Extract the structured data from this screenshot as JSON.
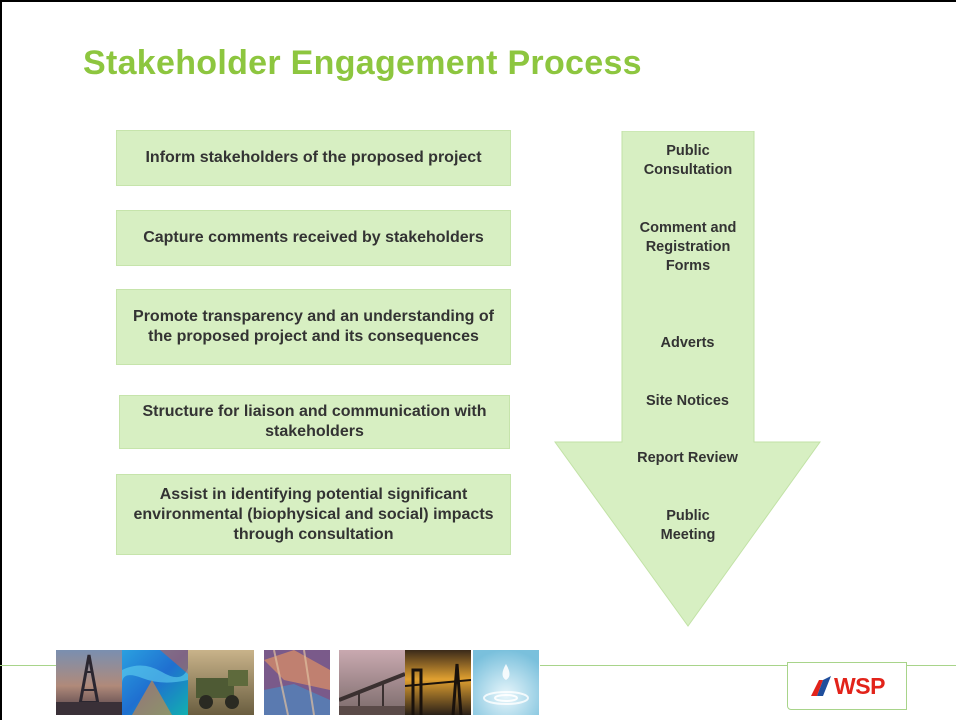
{
  "title": "Stakeholder Engagement Process",
  "objectives": [
    {
      "text": "Inform stakeholders of the proposed project"
    },
    {
      "text": "Capture comments received by stakeholders"
    },
    {
      "text": "Promote transparency and an understanding of the proposed project and its consequences"
    },
    {
      "text": "Structure for liaison and communication with stakeholders"
    },
    {
      "text": "Assist in identifying potential significant environmental (biophysical and social) impacts through consultation"
    }
  ],
  "process_steps": [
    {
      "label": "Public Consultation"
    },
    {
      "label": "Comment and Registration Forms"
    },
    {
      "label": "Adverts"
    },
    {
      "label": "Site Notices"
    },
    {
      "label": "Report Review"
    },
    {
      "label": "Public Meeting"
    }
  ],
  "footer": {
    "logo_text": "WSP",
    "photos": [
      "drilling-rig-photo",
      "fluid-model-photo",
      "mining-equipment-photo",
      "geology-map-photo",
      "conveyor-photo",
      "industrial-sunset-photo",
      "water-droplet-photo"
    ]
  },
  "colors": {
    "title": "#8dc63f",
    "box_fill": "#d7efc2",
    "arrow_fill": "#d7efc2",
    "footer_line": "#a8d48a",
    "logo_red": "#e2231a"
  }
}
